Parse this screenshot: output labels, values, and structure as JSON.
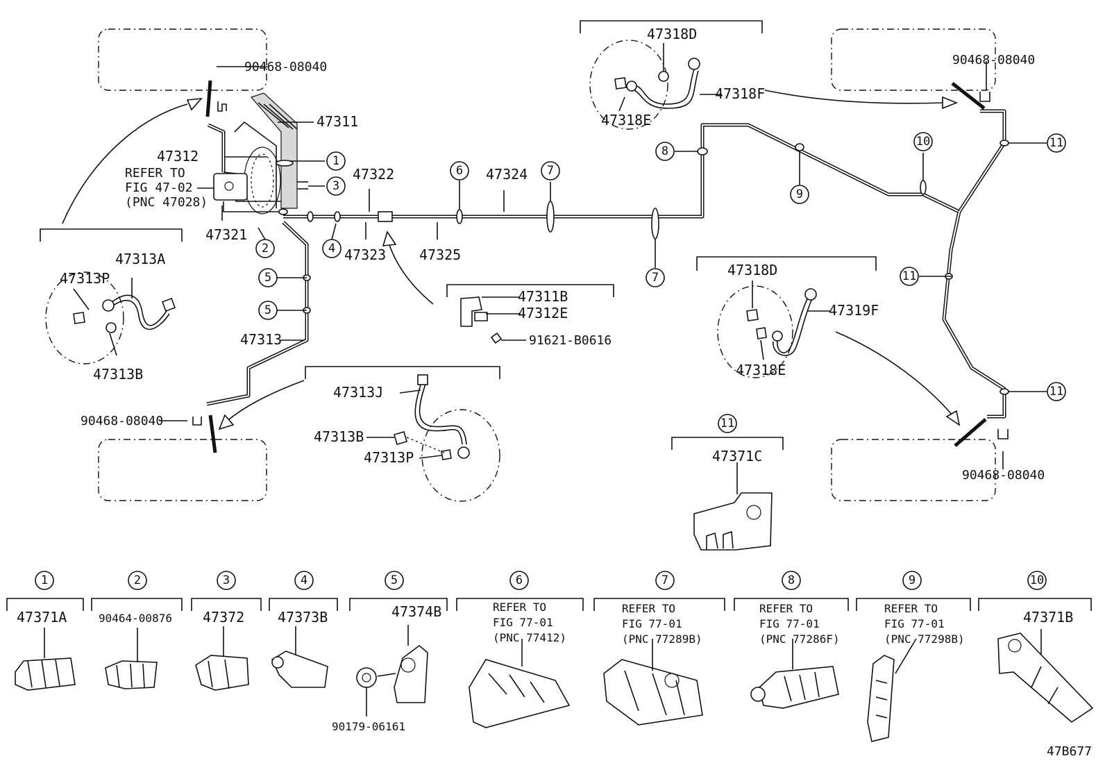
{
  "diagram": {
    "part_labels": {
      "p47311": "47311",
      "p47312": "47312",
      "p47321": "47321",
      "p47322": "47322",
      "p47323": "47323",
      "p47324": "47324",
      "p47325": "47325",
      "p47313": "47313",
      "p47313A": "47313A",
      "p47313P_left": "47313P",
      "p47313B_left": "47313B",
      "p47313J": "47313J",
      "p47313B_mid": "47313B",
      "p47313P_mid": "47313P",
      "p47318D_top": "47318D",
      "p47318F": "47318F",
      "p47318E_top": "47318E",
      "p47318D_right": "47318D",
      "p47319F": "47319F",
      "p47318E_right": "47318E",
      "p47311B": "47311B",
      "p47312E": "47312E",
      "p91621": "91621-B0616",
      "p47371C": "47371C",
      "bolt_tl": "90468-08040",
      "bolt_bl": "90468-08040",
      "bolt_tr": "90468-08040",
      "bolt_br": "90468-08040"
    },
    "refer_fig_47": [
      "REFER TO",
      "FIG 47-02",
      "(PNC 47028)"
    ],
    "callouts": {
      "c1": "1",
      "c2": "2",
      "c3": "3",
      "c4": "4",
      "c5a": "5",
      "c5b": "5",
      "c6": "6",
      "c7a": "7",
      "c7b": "7",
      "c8": "8",
      "c9": "9",
      "c10": "10",
      "c11a": "11",
      "c11b": "11",
      "c11c": "11",
      "c11d": "11"
    },
    "clamps": [
      {
        "num": "1",
        "label": "47371A"
      },
      {
        "num": "2",
        "label": "90464-00876"
      },
      {
        "num": "3",
        "label": "47372"
      },
      {
        "num": "4",
        "label": "47373B"
      },
      {
        "num": "5",
        "label": "47374B",
        "sub": "90179-06161"
      },
      {
        "num": "6",
        "lines": [
          "REFER TO",
          "FIG 77-01",
          "(PNC 77412)"
        ]
      },
      {
        "num": "7",
        "lines": [
          "REFER TO",
          "FIG 77-01",
          "(PNC 77289B)"
        ]
      },
      {
        "num": "8",
        "lines": [
          "REFER TO",
          "FIG 77-01",
          "(PNC 77286F)"
        ]
      },
      {
        "num": "9",
        "lines": [
          "REFER TO",
          "FIG 77-01",
          "(PNC 77298B)"
        ]
      },
      {
        "num": "10",
        "label": "47371B"
      }
    ],
    "clamp11_num": "11",
    "figure_code": "47B677"
  }
}
